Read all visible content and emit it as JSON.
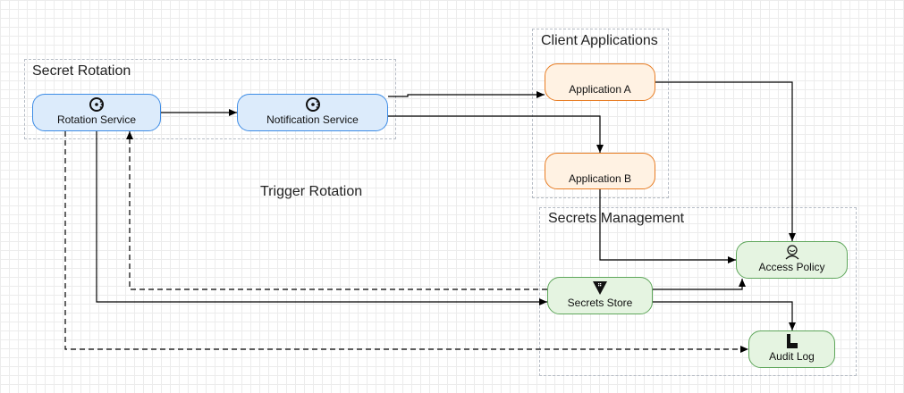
{
  "groups": {
    "secret_rotation": "Secret Rotation",
    "client_applications": "Client Applications",
    "secrets_management": "Secrets Management"
  },
  "nodes": {
    "rotation_service": {
      "label": "Rotation Service",
      "icon": "consul-icon"
    },
    "notification_service": {
      "label": "Notification Service",
      "icon": "consul-icon"
    },
    "application_a": {
      "label": "Application A"
    },
    "application_b": {
      "label": "Application B"
    },
    "secrets_store": {
      "label": "Secrets Store",
      "icon": "vault-icon"
    },
    "access_policy": {
      "label": "Access Policy",
      "icon": "user-icon"
    },
    "audit_log": {
      "label": "Audit Log",
      "icon": "logstash-icon"
    }
  },
  "edge_label": "Trigger Rotation",
  "colors": {
    "blue_fill": "#dcebfb",
    "blue_stroke": "#3d8ce6",
    "orange_fill": "#fff2e3",
    "orange_stroke": "#e87d24",
    "green_fill": "#e5f4e1",
    "green_stroke": "#5ea65a"
  },
  "edges": [
    {
      "from": "Rotation Service",
      "to": "Notification Service",
      "style": "solid"
    },
    {
      "from": "Notification Service",
      "to": "Application A",
      "style": "solid"
    },
    {
      "from": "Notification Service",
      "to": "Application B",
      "style": "solid"
    },
    {
      "from": "Application A",
      "to": "Access Policy",
      "style": "solid"
    },
    {
      "from": "Application B",
      "to": "Access Policy",
      "style": "solid"
    },
    {
      "from": "Rotation Service",
      "to": "Secrets Store",
      "style": "solid"
    },
    {
      "from": "Secrets Store",
      "to": "Rotation Service",
      "style": "dashed"
    },
    {
      "from": "Rotation Service",
      "to": "Audit Log",
      "style": "dashed"
    },
    {
      "from": "Secrets Store",
      "to": "Access Policy",
      "style": "solid"
    },
    {
      "from": "Secrets Store",
      "to": "Audit Log",
      "style": "solid"
    }
  ]
}
